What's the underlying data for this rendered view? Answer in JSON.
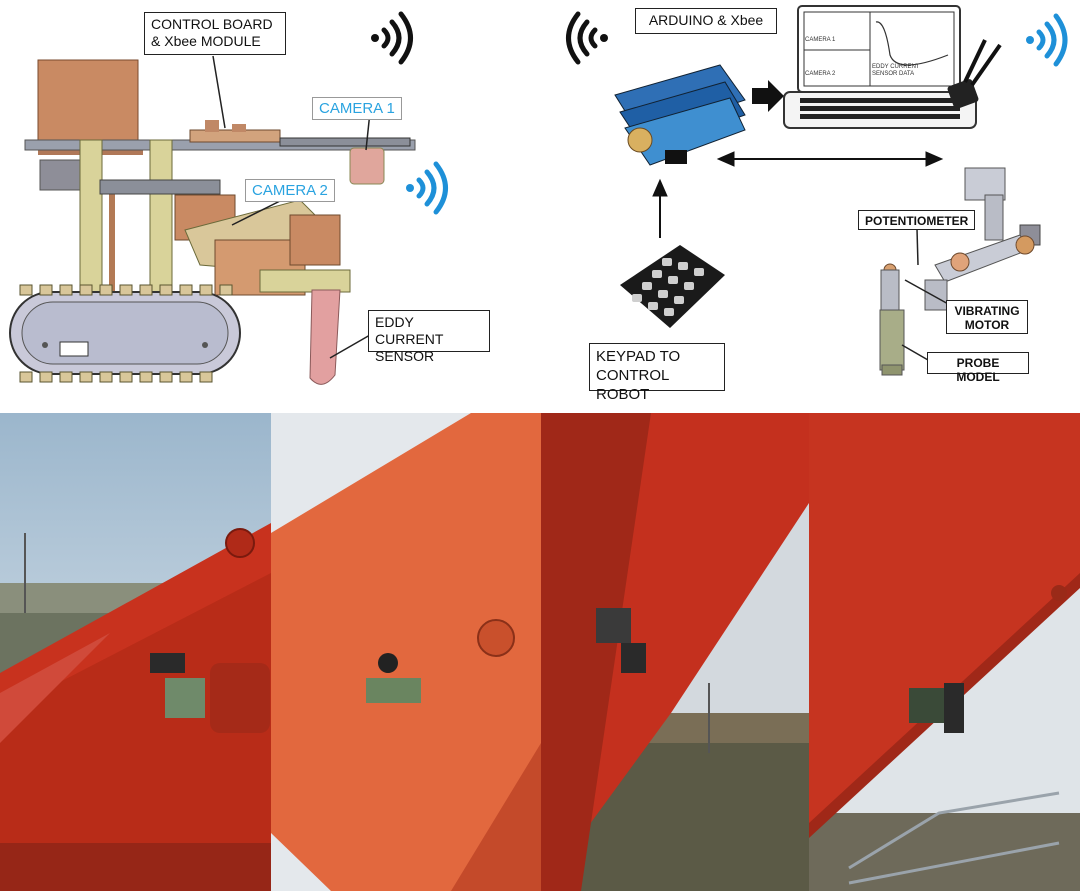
{
  "top_left": {
    "control_board_label": "CONTROL BOARD\n& Xbee MODULE",
    "camera1_label": "CAMERA 1",
    "camera2_label": "CAMERA 2",
    "eddy_label": "EDDY CURRENT\nSENSOR"
  },
  "top_right": {
    "arduino_label": "ARDUINO & Xbee",
    "keypad_label": "KEYPAD TO\nCONTROL ROBOT",
    "potentiometer_label": "POTENTIOMETER",
    "vibrating_label": "VIBRATING\nMOTOR",
    "probe_label": "PROBE MODEL",
    "laptop": {
      "camera1": "CAMERA 1",
      "camera2": "CAMERA 2",
      "eddy_data": "EDDY CURRENT\nSENSOR DATA"
    }
  },
  "colors": {
    "wifi_black": "#111111",
    "wifi_blue": "#1e90d8",
    "camera_text": "#2aa3e0",
    "steel_red": "#c8321e"
  }
}
